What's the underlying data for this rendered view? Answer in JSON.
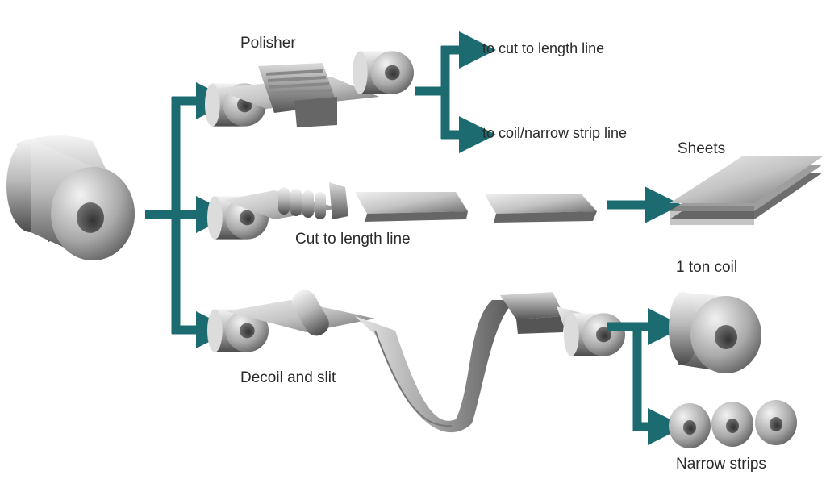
{
  "labels": {
    "polisher": "Polisher",
    "to_cut_line": "to cut to length line",
    "to_coil_line": "to coil/narrow strip line",
    "sheets": "Sheets",
    "cut_line": "Cut to length line",
    "one_ton_coil": "1 ton coil",
    "decoil": "Decoil and slit",
    "narrow_strips": "Narrow strips"
  },
  "colors": {
    "arrow": "#1c6b70",
    "metal_light": "#eeeeee",
    "metal_dark": "#4a4a4a"
  },
  "icons": [
    "steel-coil-icon",
    "polisher-machine-icon",
    "cut-to-length-machine-icon",
    "sheet-stack-icon",
    "slitter-machine-icon",
    "narrow-strip-coil-icon"
  ]
}
